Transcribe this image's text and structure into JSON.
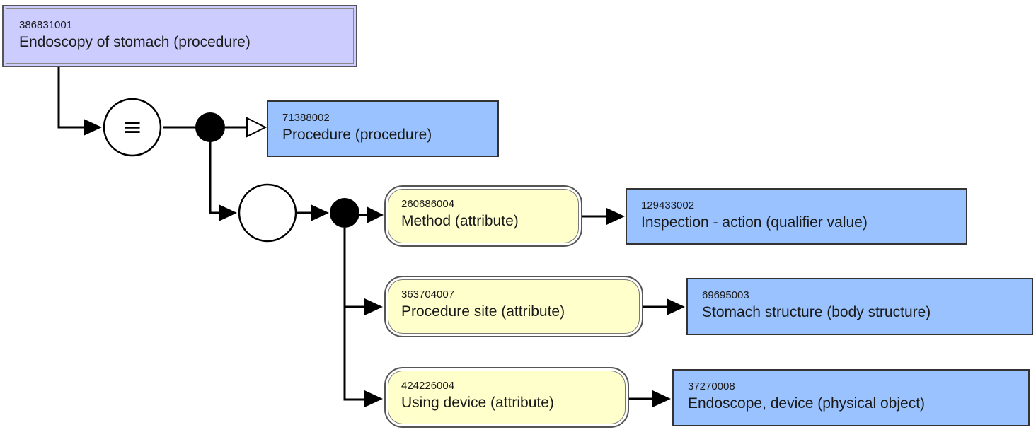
{
  "diagram": {
    "root": {
      "id": "386831001",
      "label": "Endoscopy of stomach (procedure)"
    },
    "equivalence_symbol": "≡",
    "parent": {
      "id": "71388002",
      "label": "Procedure (procedure)"
    },
    "relationships": [
      {
        "attribute": {
          "id": "260686004",
          "label": "Method (attribute)"
        },
        "value": {
          "id": "129433002",
          "label": "Inspection - action (qualifier value)"
        }
      },
      {
        "attribute": {
          "id": "363704007",
          "label": "Procedure site (attribute)"
        },
        "value": {
          "id": "69695003",
          "label": "Stomach structure (body structure)"
        }
      },
      {
        "attribute": {
          "id": "424226004",
          "label": "Using device (attribute)"
        },
        "value": {
          "id": "37270008",
          "label": "Endoscope, device (physical object)"
        }
      }
    ]
  }
}
